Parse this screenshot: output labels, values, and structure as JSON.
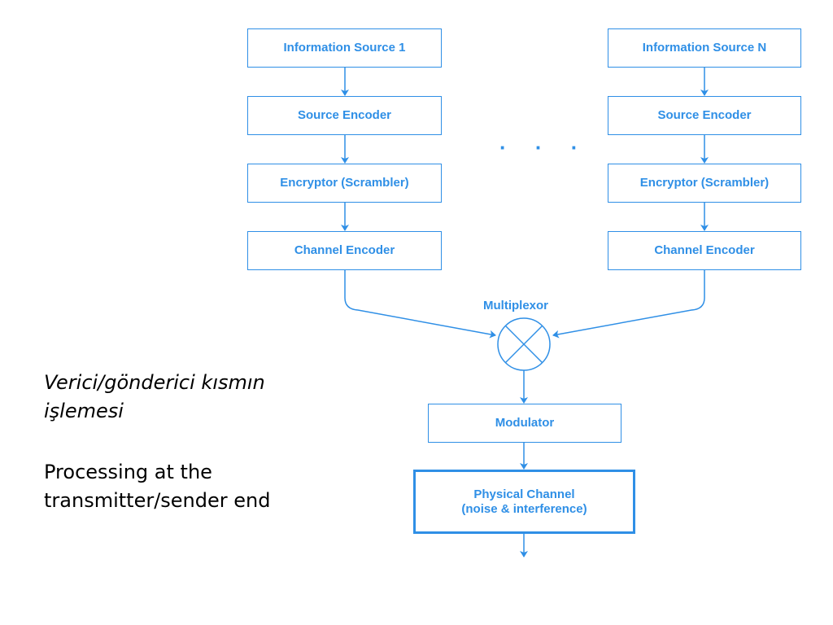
{
  "colors": {
    "diagram": "#2f8fe6",
    "caption_text": "#000000"
  },
  "chains": [
    {
      "source": "Information Source 1",
      "source_encoder": "Source Encoder",
      "encryptor": "Encryptor (Scrambler)",
      "channel_encoder": "Channel Encoder"
    },
    {
      "source": "Information Source N",
      "source_encoder": "Source Encoder",
      "encryptor": "Encryptor (Scrambler)",
      "channel_encoder": "Channel Encoder"
    }
  ],
  "ellipsis": "· · ·",
  "multiplexor": "Multiplexor",
  "modulator": "Modulator",
  "physical_channel": {
    "line1": "Physical Channel",
    "line2": "(noise & interference)"
  },
  "captions": {
    "turkish": "Verici/gönderici kısmın işlemesi",
    "english": "Processing at the transmitter/sender end"
  }
}
